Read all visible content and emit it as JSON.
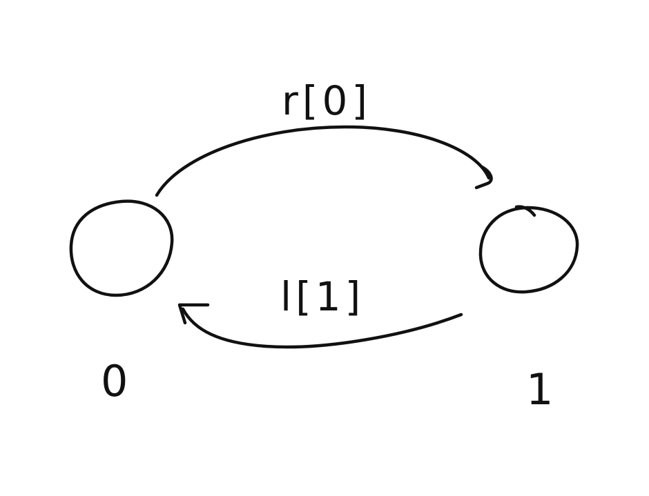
{
  "diagram": {
    "type": "state-machine-sketch",
    "stroke_color": "#111111",
    "background": "#ffffff",
    "nodes": [
      {
        "id": "state-0",
        "label": "0"
      },
      {
        "id": "state-1",
        "label": "1"
      }
    ],
    "edges": [
      {
        "id": "edge-0-to-1",
        "from": "state-0",
        "to": "state-1",
        "label": "r[0]"
      },
      {
        "id": "edge-1-to-0",
        "from": "state-1",
        "to": "state-0",
        "label": "l[1]"
      }
    ]
  }
}
